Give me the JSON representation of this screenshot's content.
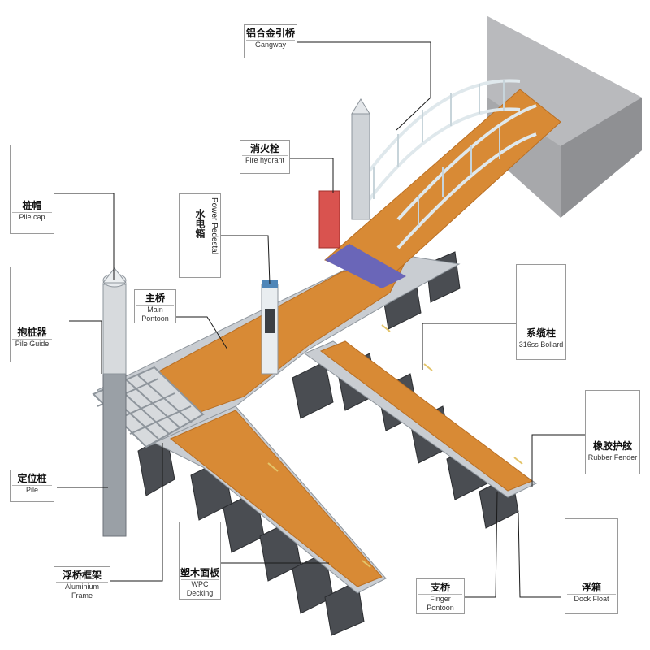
{
  "labels": {
    "gangway": {
      "cn": "铝合金引桥",
      "en": "Gangway"
    },
    "fire_hydrant": {
      "cn": "消火栓",
      "en": "Fire hydrant"
    },
    "power_pedestal": {
      "cn": "水电箱",
      "en": "Power Pedestal"
    },
    "main_pontoon": {
      "cn": "主桥",
      "en": "Main Pontoon"
    },
    "pile_cap": {
      "cn": "桩帽",
      "en": "Pile cap"
    },
    "pile_guide": {
      "cn": "抱桩器",
      "en": "Pile Guide"
    },
    "pile": {
      "cn": "定位桩",
      "en": "Pile"
    },
    "aluminium_frame": {
      "cn": "浮桥框架",
      "en": "Aluminium Frame"
    },
    "wpc_decking": {
      "cn": "塑木面板",
      "en": "WPC Decking"
    },
    "finger_pontoon": {
      "cn": "支桥",
      "en": "Finger Pontoon"
    },
    "bollard": {
      "cn": "系缆柱",
      "en": "316ss Bollard"
    },
    "rubber_fender": {
      "cn": "橡胶护舷",
      "en": "Rubber Fender"
    },
    "dock_float": {
      "cn": "浮箱",
      "en": "Dock Float"
    }
  },
  "colors": {
    "deck": "#d88a35",
    "deck_dark": "#b96f24",
    "frame": "#c9cdd2",
    "float": "#4a4d52",
    "shore": "#a7a8ab",
    "gangway_rail": "#dfe8ec",
    "hydrant": "#d9534f",
    "pedestal": "#4f86b8",
    "leader": "#1a1a1a"
  }
}
